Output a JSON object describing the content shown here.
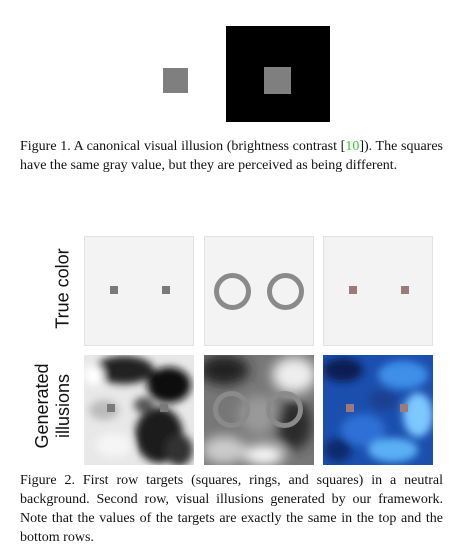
{
  "figure1": {
    "caption_text": "Figure 1. A canonical visual illusion (brightness contrast [",
    "citation": "10",
    "caption_rest": "]). The squares have the same gray value, but they are perceived as being different.",
    "colors": {
      "target_gray": "#7f7f7f",
      "background_black": "#000000"
    }
  },
  "figure2": {
    "row_labels": {
      "top": "True color",
      "bottom_line1": "Generated",
      "bottom_line2": "illusions"
    },
    "caption": "Figure 2. First row targets (squares, rings, and squares) in a neutral background. Second row, visual illusions generated by our framework. Note that the values of the targets are exactly the same in the top and the bottom rows.",
    "colors": {
      "square_gray": "#7a7a7a",
      "ring_gray": "#8a8a8a",
      "square_rose": "#9c7a7a",
      "neutral_bg": "#f3f3f3"
    }
  }
}
